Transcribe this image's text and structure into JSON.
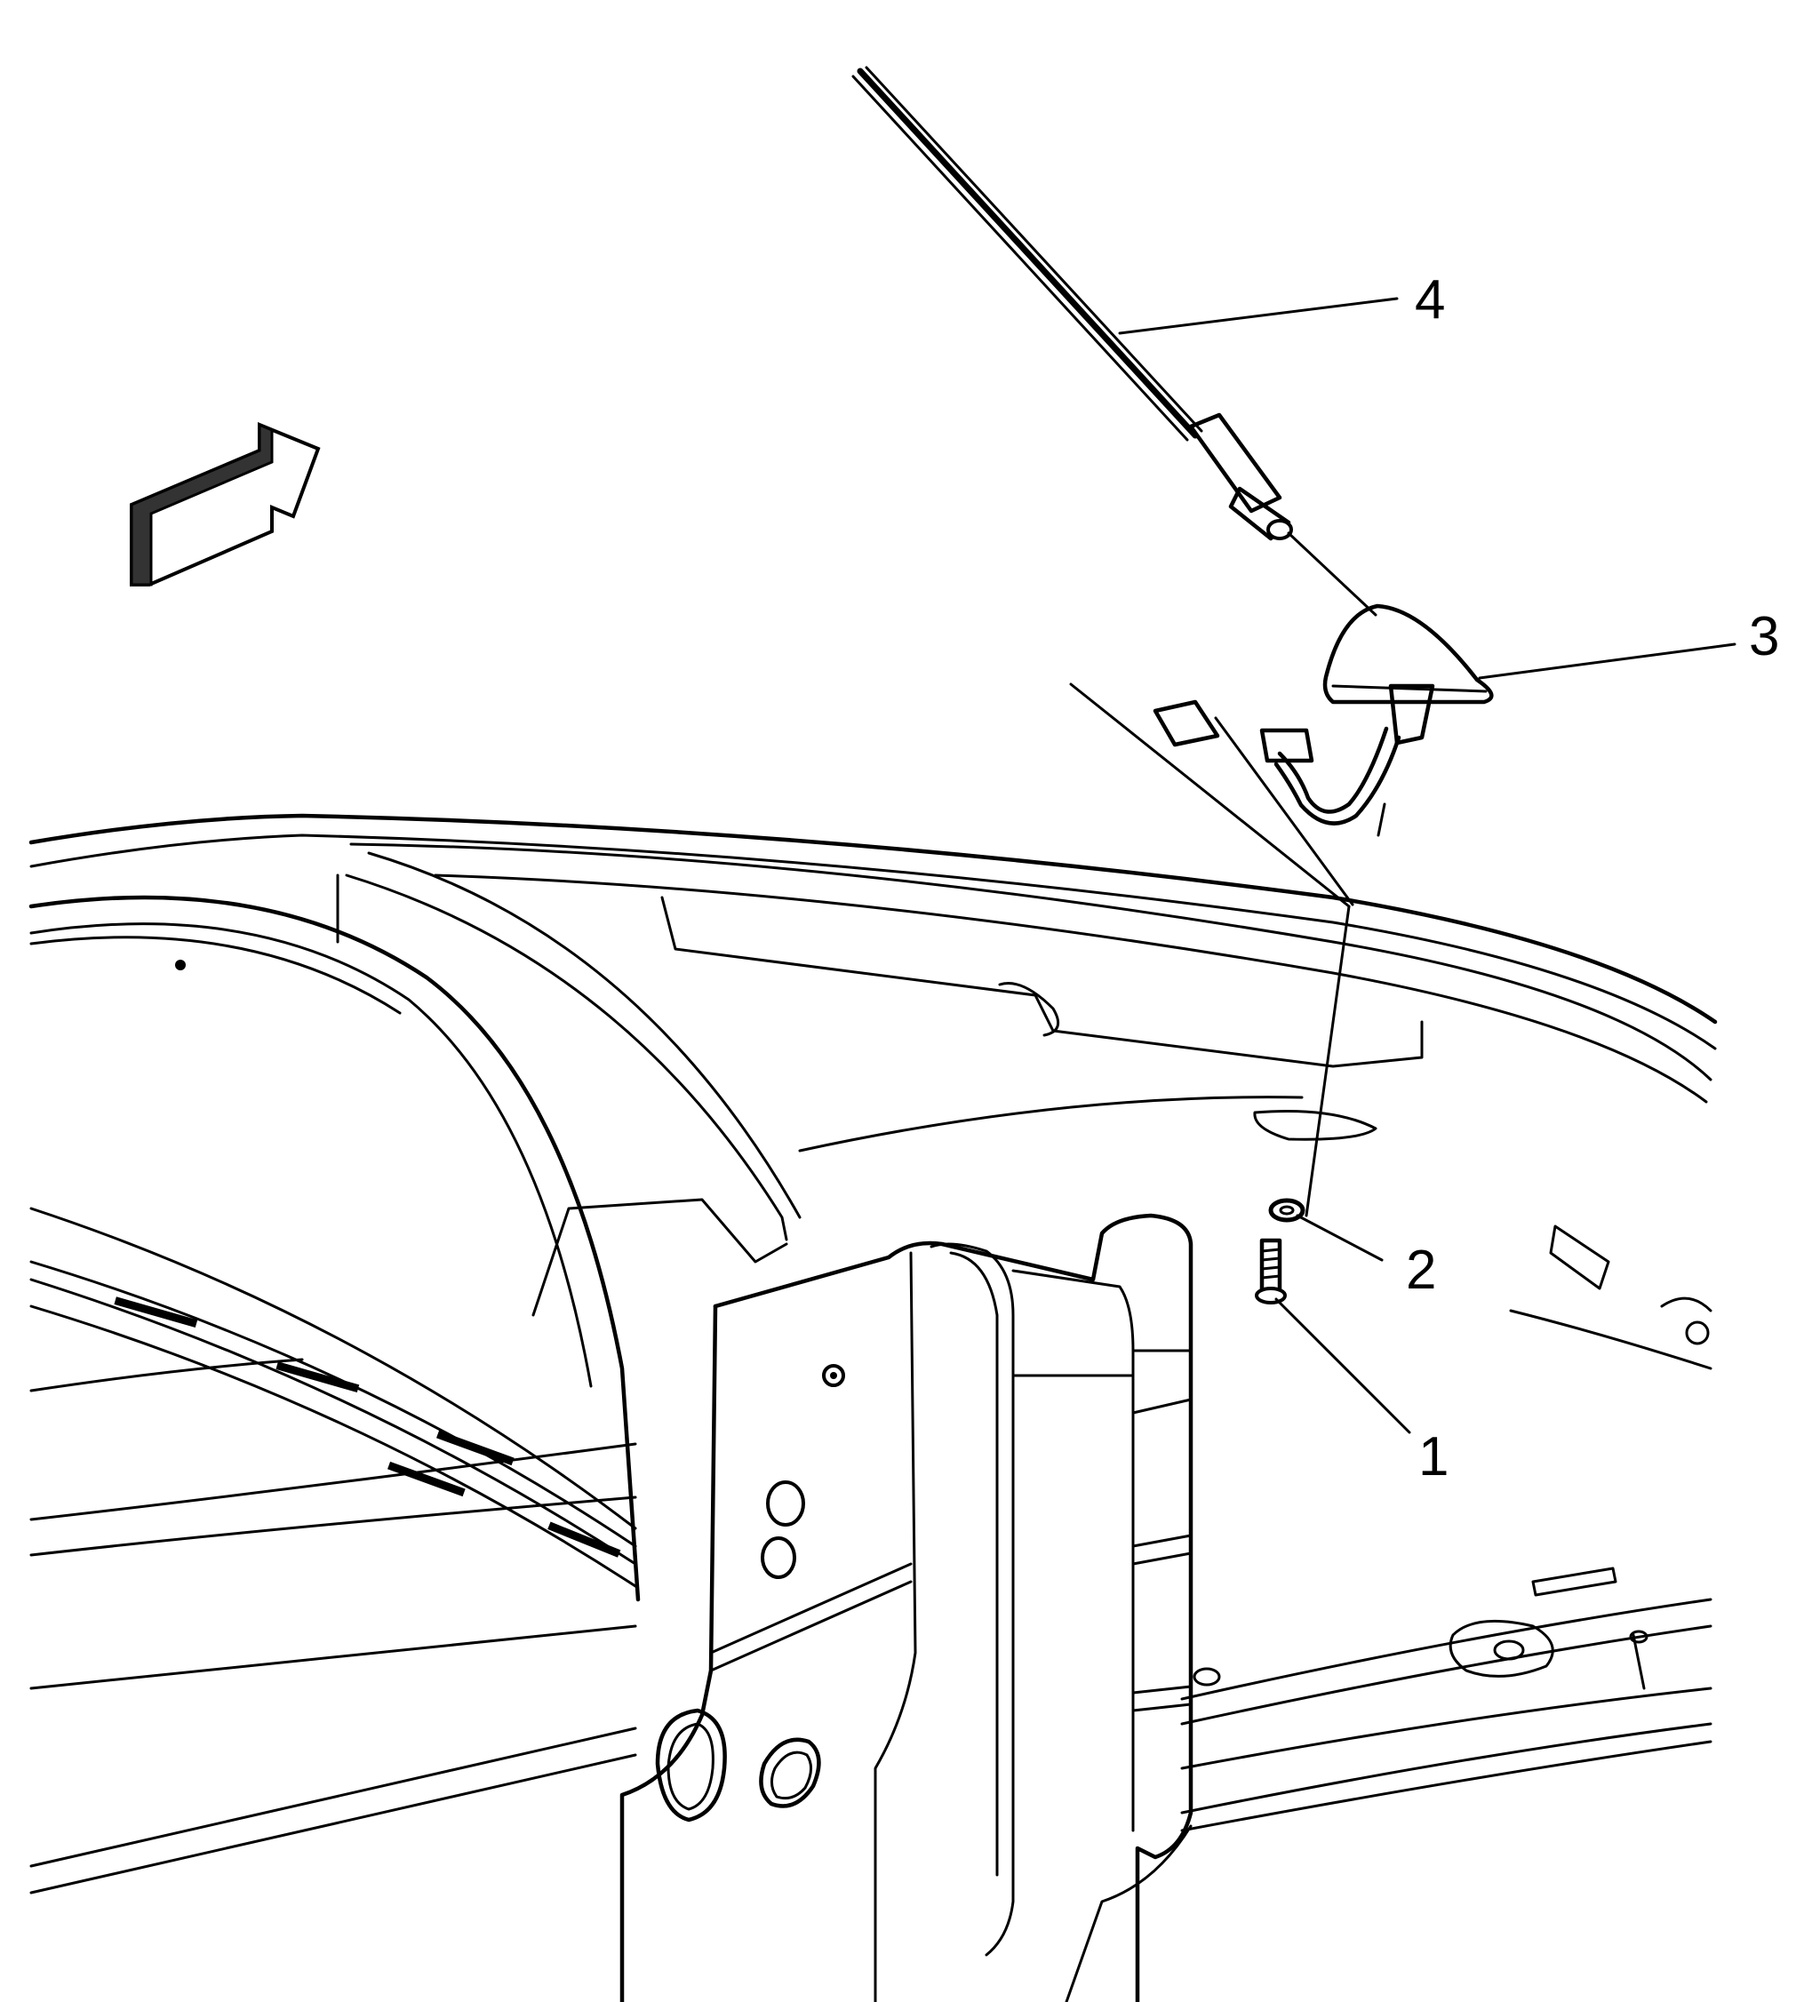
{
  "callouts": [
    {
      "id": "1",
      "text": "1"
    },
    {
      "id": "2",
      "text": "2"
    },
    {
      "id": "3",
      "text": "3"
    },
    {
      "id": "4",
      "text": "4"
    }
  ],
  "colors": {
    "line": "#000000",
    "background": "#ffffff",
    "arrow_shade": "#333333"
  },
  "icons": [
    "direction-arrow-icon"
  ]
}
